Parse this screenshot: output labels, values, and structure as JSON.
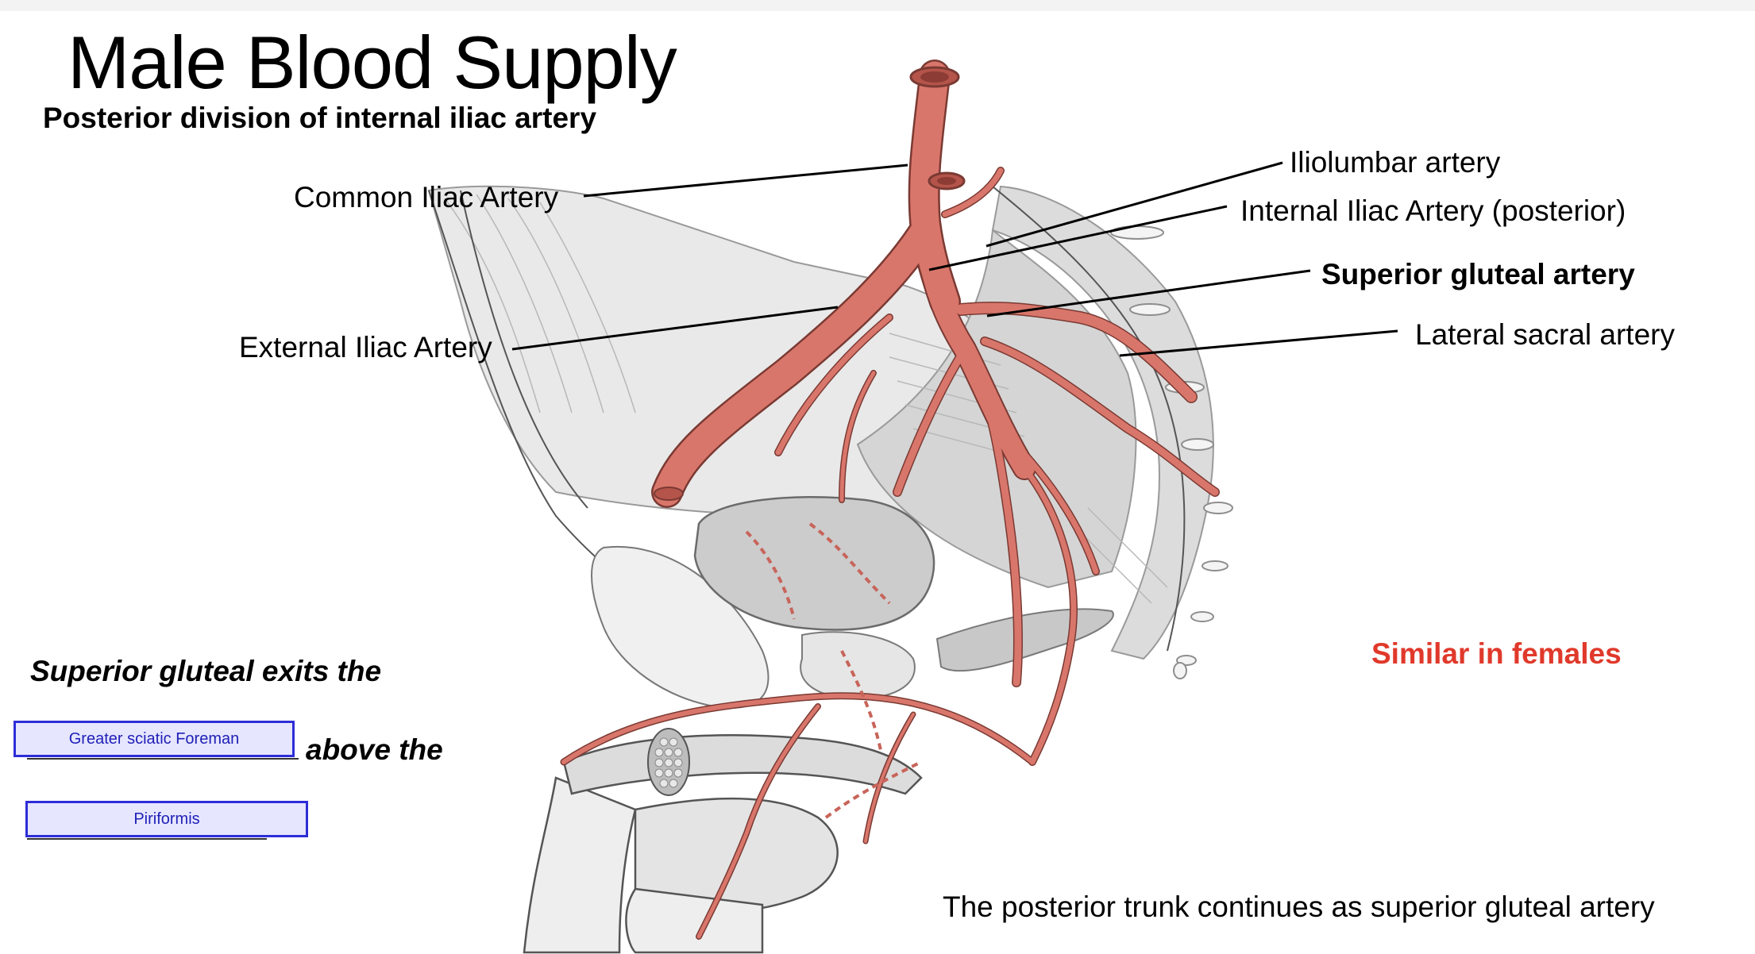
{
  "title": "Male Blood Supply",
  "subtitle": "Posterior division of internal iliac artery",
  "labels": {
    "common_iliac": "Common Iliac Artery",
    "external_iliac": "External Iliac Artery",
    "iliolumbar": "Iliolumbar artery",
    "internal_iliac": "Internal Iliac Artery (posterior)",
    "superior_gluteal": "Superior gluteal artery",
    "lateral_sacral": "Lateral sacral artery"
  },
  "notes": {
    "exits_the": "Superior gluteal exits the",
    "above_the": "above the",
    "similar": "Similar in females",
    "continues": "The posterior trunk continues as superior gluteal artery"
  },
  "answers": {
    "foramen": "Greater sciatic Foreman",
    "muscle": "Piriformis"
  },
  "colors": {
    "artery": "#d9766b",
    "artery_outline": "#7a3a33",
    "highlight": "#e0392b",
    "answer_fill": "#e6e6ff",
    "answer_border": "#2d2dd8"
  }
}
